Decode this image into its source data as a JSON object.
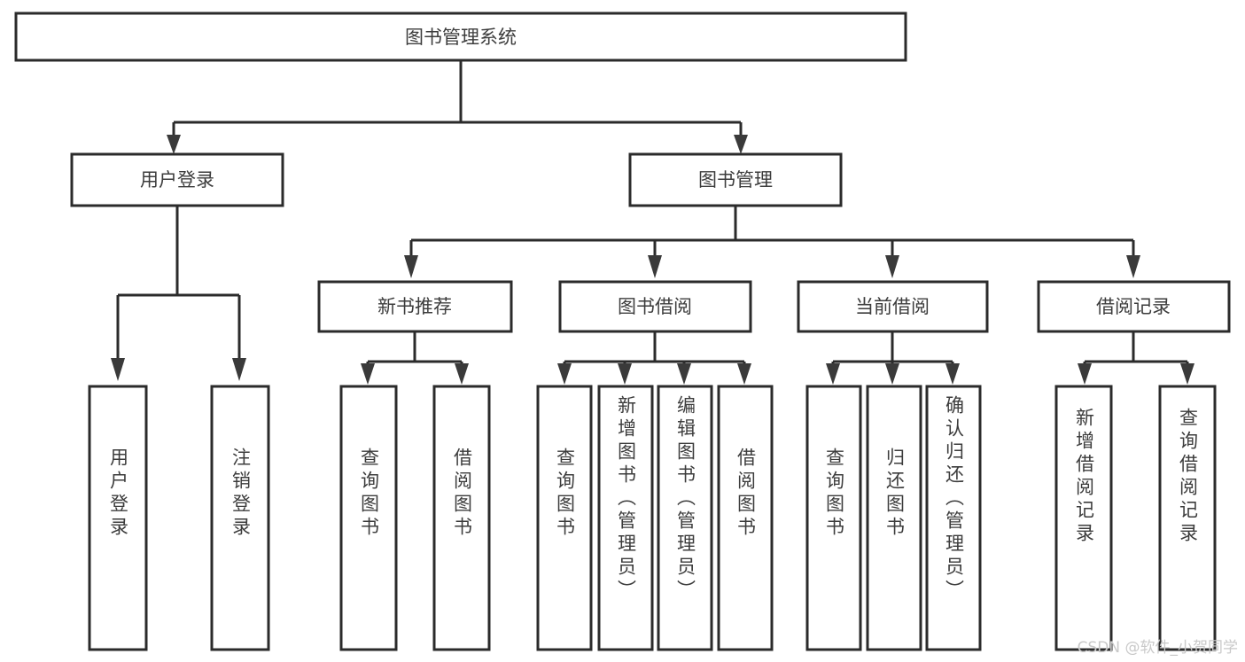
{
  "diagram": {
    "title": "图书管理系统",
    "type": "tree-hierarchy-diagram",
    "root": {
      "id": "root",
      "label": "图书管理系统"
    },
    "level2": [
      {
        "id": "user-login",
        "label": "用户登录"
      },
      {
        "id": "book-management",
        "label": "图书管理"
      }
    ],
    "level3": [
      {
        "id": "new-book-recommend",
        "label": "新书推荐",
        "parent": "book-management"
      },
      {
        "id": "book-borrow",
        "label": "图书借阅",
        "parent": "book-management"
      },
      {
        "id": "current-borrow",
        "label": "当前借阅",
        "parent": "book-management"
      },
      {
        "id": "borrow-record",
        "label": "借阅记录",
        "parent": "book-management"
      }
    ],
    "leaves": [
      {
        "id": "leaf-user-login",
        "label": "用户登录",
        "parent": "user-login"
      },
      {
        "id": "leaf-logout-login",
        "label": "注销登录",
        "parent": "user-login"
      },
      {
        "id": "leaf-query-book-1",
        "label": "查询图书",
        "parent": "new-book-recommend"
      },
      {
        "id": "leaf-borrow-book-1",
        "label": "借阅图书",
        "parent": "new-book-recommend"
      },
      {
        "id": "leaf-query-book-2",
        "label": "查询图书",
        "parent": "book-borrow"
      },
      {
        "id": "leaf-add-book",
        "label": "新增图书（管理员）",
        "parent": "book-borrow"
      },
      {
        "id": "leaf-edit-book",
        "label": "编辑图书（管理员）",
        "parent": "book-borrow"
      },
      {
        "id": "leaf-borrow-book-2",
        "label": "借阅图书",
        "parent": "book-borrow"
      },
      {
        "id": "leaf-query-book-3",
        "label": "查询图书",
        "parent": "current-borrow"
      },
      {
        "id": "leaf-return-book",
        "label": "归还图书",
        "parent": "current-borrow"
      },
      {
        "id": "leaf-confirm-return",
        "label": "确认归还（管理员）",
        "parent": "current-borrow"
      },
      {
        "id": "leaf-add-borrow-record",
        "label": "新增借阅记录",
        "parent": "borrow-record"
      },
      {
        "id": "leaf-query-borrow-record",
        "label": "查询借阅记录",
        "parent": "borrow-record"
      }
    ],
    "colors": {
      "box_fill": "#ffffff",
      "box_stroke": "#2b2b2b",
      "text": "#3c3c3c",
      "background": "#ffffff",
      "watermark": "#c9c9c9"
    }
  },
  "watermark": {
    "text": "CSDN @软件_小贺同学"
  }
}
